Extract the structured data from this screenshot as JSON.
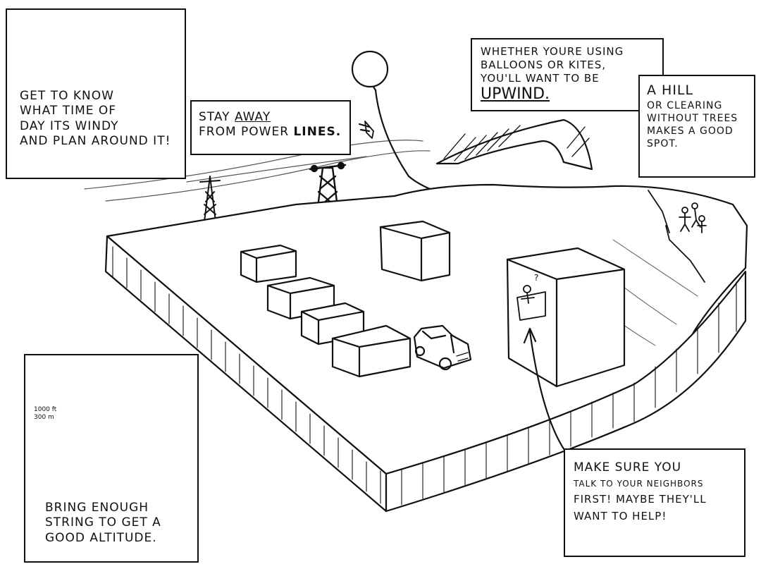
{
  "captions": {
    "wind_time": [
      "Get to know",
      "what time of",
      "day its windy",
      "and plan around it!"
    ],
    "power": {
      "prefix": "Stay ",
      "away": "away",
      "line2_prefix": "from power ",
      "lines": "lines."
    },
    "upwind": {
      "line1": "Whether youre using",
      "line2": "balloons or kites,",
      "line3_prefix": "you'll want to be ",
      "upwind": "upwind."
    },
    "hill": [
      "A hill",
      "or clearing",
      "without trees",
      "makes a good",
      "spot."
    ],
    "string": [
      "Bring enough",
      "string to get a",
      "good altitude."
    ],
    "altitude": [
      "1000 ft",
      "300 m"
    ],
    "neighbors": [
      "Make sure you",
      "talk to your neighbors",
      "first! Maybe they'll",
      "want to help!"
    ],
    "question_mark": "?"
  }
}
